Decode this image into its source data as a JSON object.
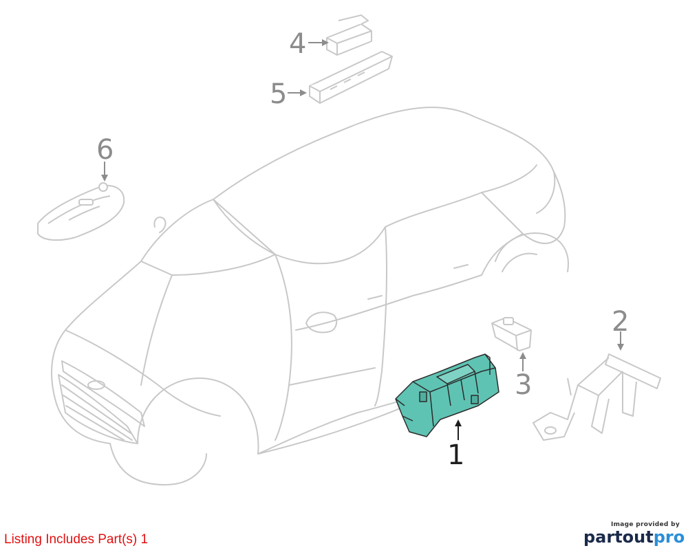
{
  "callouts": [
    {
      "id": "1",
      "label": "1",
      "highlight": true
    },
    {
      "id": "2",
      "label": "2",
      "highlight": false
    },
    {
      "id": "3",
      "label": "3",
      "highlight": false
    },
    {
      "id": "4",
      "label": "4",
      "highlight": false
    },
    {
      "id": "5",
      "label": "5",
      "highlight": false
    },
    {
      "id": "6",
      "label": "6",
      "highlight": false
    }
  ],
  "listing_text": "Listing Includes Part(s) 1",
  "credit": {
    "provided_by": "Image provided by",
    "brand_part1": "partout",
    "brand_part2": "pro"
  },
  "colors": {
    "line": "#c8c8c8",
    "callout": "#8c8c8c",
    "highlight_part": "#5fc3b3",
    "listing": "#e01010",
    "brand_dark": "#1a2a4a",
    "brand_accent": "#2a8fd8"
  }
}
